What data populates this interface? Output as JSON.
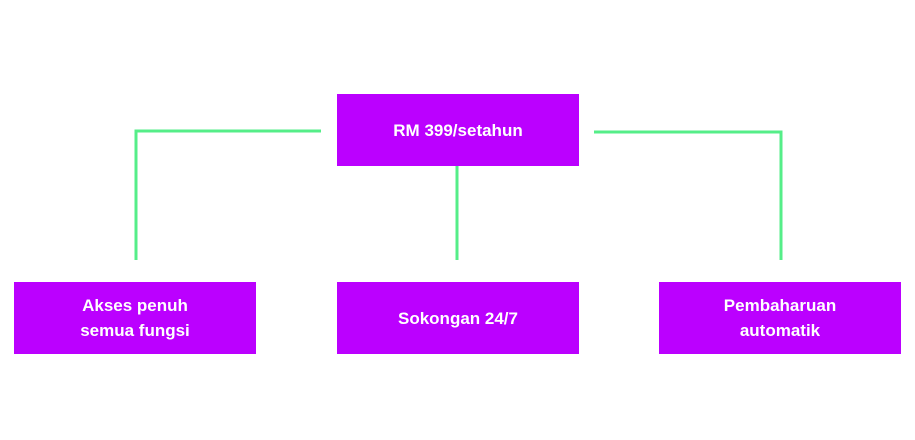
{
  "colors": {
    "node_fill": "#bb00ff",
    "connector": "#55ee88",
    "text": "#ffffff"
  },
  "diagram": {
    "root": {
      "label": "RM 399/setahun"
    },
    "children": [
      {
        "label": "Akses penuh\nsemua fungsi"
      },
      {
        "label": "Sokongan 24/7"
      },
      {
        "label": "Pembaharuan\nautomatik"
      }
    ]
  }
}
